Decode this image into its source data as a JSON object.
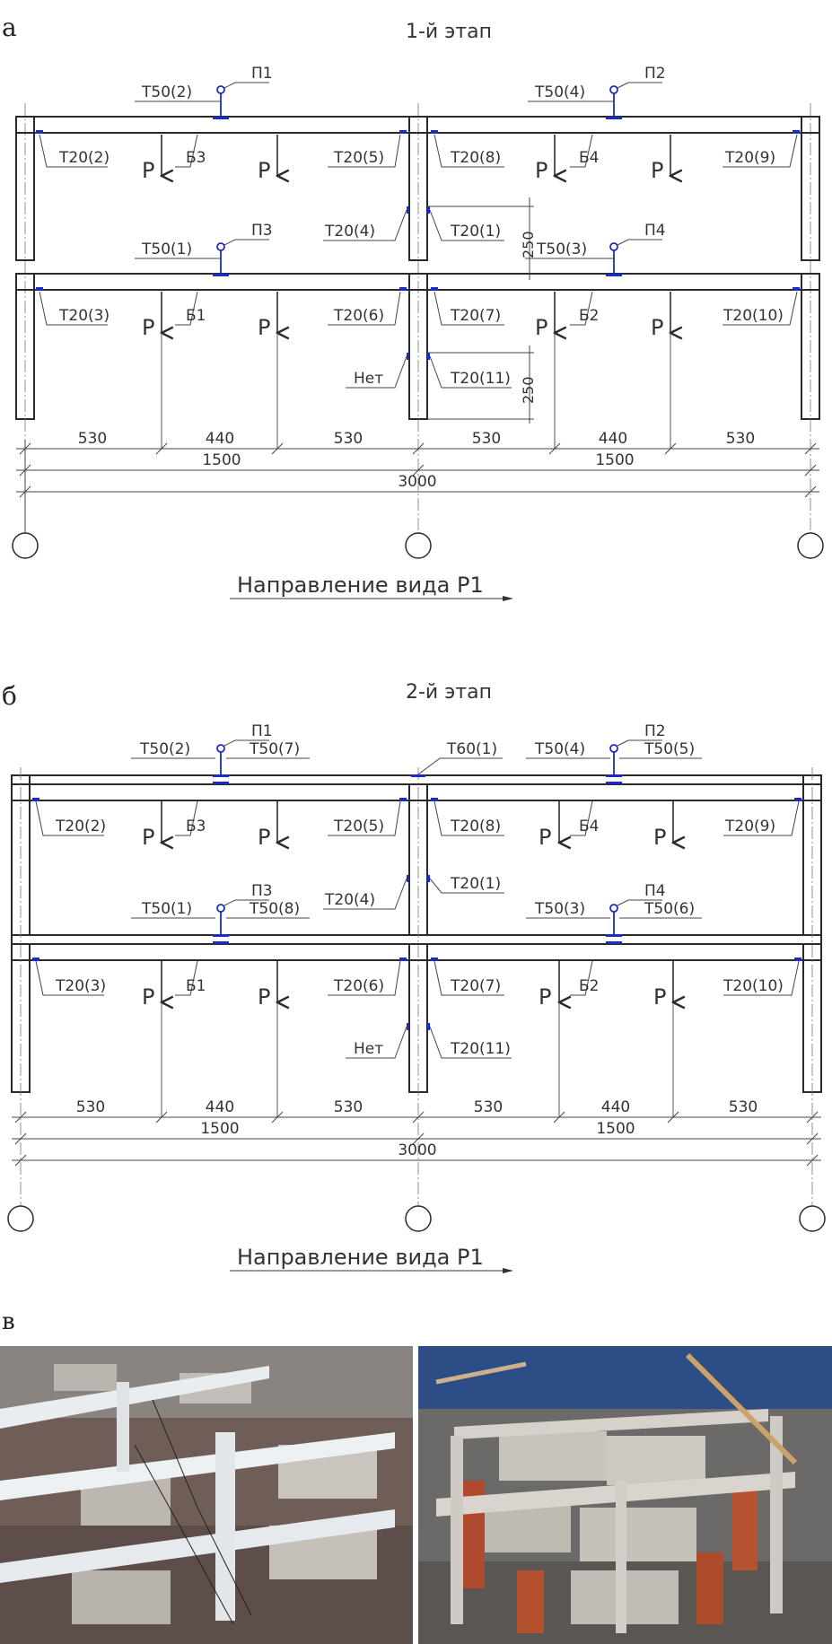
{
  "panel_a": {
    "letter": "а",
    "title": "1-й этап",
    "labels": {
      "p1": "П1",
      "p2": "П2",
      "p3": "П3",
      "p4": "П4",
      "t50_2": "Т50(2)",
      "t50_4": "Т50(4)",
      "t50_1": "Т50(1)",
      "t50_3": "Т50(3)",
      "t20_2": "Т20(2)",
      "t20_5": "Т20(5)",
      "t20_8": "Т20(8)",
      "t20_9": "Т20(9)",
      "t20_4": "Т20(4)",
      "t20_1": "Т20(1)",
      "t20_3": "Т20(3)",
      "t20_6": "Т20(6)",
      "t20_7": "Т20(7)",
      "t20_10": "Т20(10)",
      "t20_11": "Т20(11)",
      "net": "Нет",
      "b1": "Б1",
      "b2": "Б2",
      "b3": "Б3",
      "b4": "Б4",
      "load": "P",
      "dim_250": "250"
    },
    "dims": {
      "d530": "530",
      "d440": "440",
      "d1500": "1500",
      "d3000": "3000"
    },
    "view_direction": "Направление вида Р1"
  },
  "panel_b": {
    "letter": "б",
    "title": "2-й этап",
    "labels": {
      "p1": "П1",
      "p2": "П2",
      "p3": "П3",
      "p4": "П4",
      "t50_2": "Т50(2)",
      "t50_7": "Т50(7)",
      "t60_1": "Т60(1)",
      "t50_4": "Т50(4)",
      "t50_5": "Т50(5)",
      "t50_1": "Т50(1)",
      "t50_8": "Т50(8)",
      "t50_3": "Т50(3)",
      "t50_6": "Т50(6)",
      "t20_2": "Т20(2)",
      "t20_5": "Т20(5)",
      "t20_8": "Т20(8)",
      "t20_9": "Т20(9)",
      "t20_4": "Т20(4)",
      "t20_1": "Т20(1)",
      "t20_3": "Т20(3)",
      "t20_6": "Т20(6)",
      "t20_7": "Т20(7)",
      "t20_10": "Т20(10)",
      "t20_11": "Т20(11)",
      "net": "Нет",
      "b1": "Б1",
      "b2": "Б2",
      "b3": "Б3",
      "b4": "Б4",
      "load": "P"
    },
    "dims": {
      "d530": "530",
      "d440": "440",
      "d1500": "1500",
      "d3000": "3000"
    },
    "view_direction": "Направление вида Р1"
  },
  "panel_c": {
    "letter": "в"
  },
  "colors": {
    "sensor": "#1a2bc8",
    "line": "#2a2a2a",
    "dim": "#555555"
  }
}
